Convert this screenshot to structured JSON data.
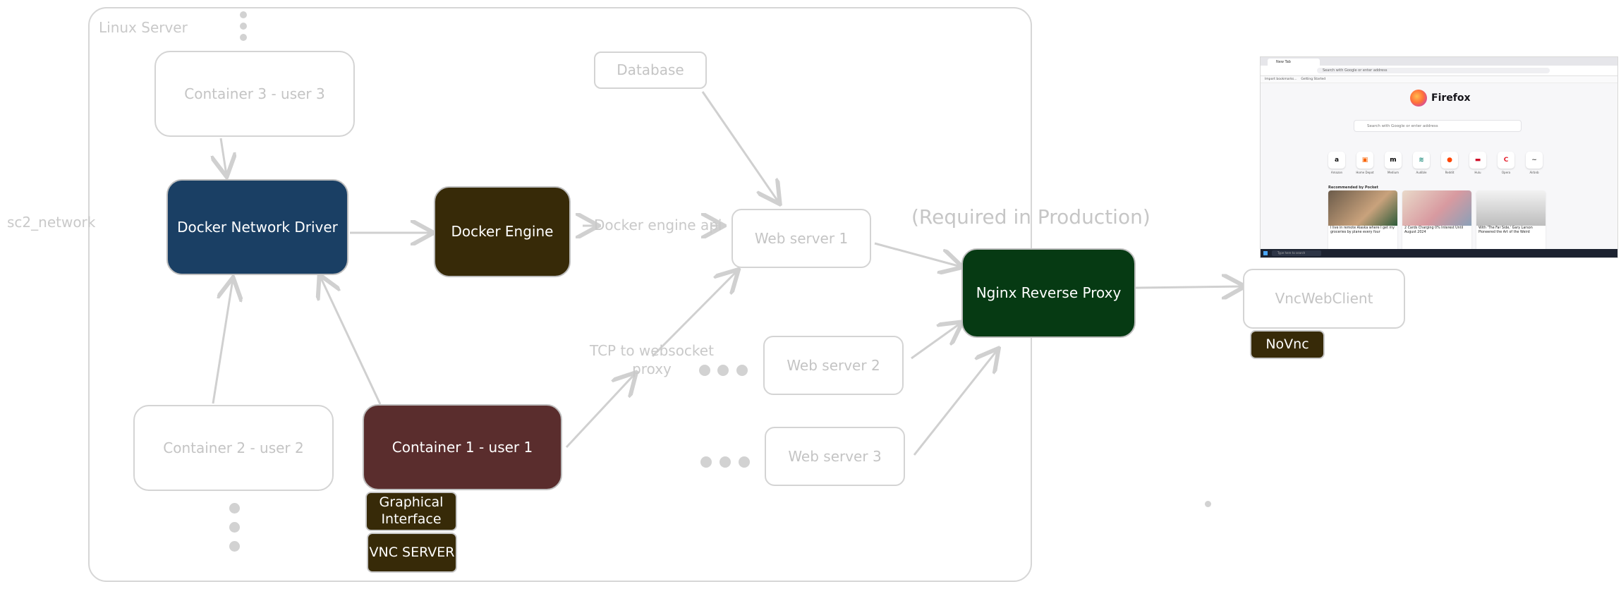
{
  "server": {
    "label": "Linux Server"
  },
  "network": {
    "label": "sc2_network"
  },
  "nodes": {
    "container3": "Container 3 - user 3",
    "docker_network_driver": "Docker Network Driver",
    "docker_engine": "Docker Engine",
    "database": "Database",
    "web_server_1": "Web server 1",
    "web_server_2": "Web server 2",
    "web_server_3": "Web server 3",
    "container2": "Container 2 - user 2",
    "container1": "Container 1 - user 1",
    "graphical_interface": "Graphical Interface",
    "vnc_server": "VNC SERVER",
    "nginx": "Nginx Reverse Proxy",
    "vnc_web_client": "VncWebClient",
    "novnc": "NoVnc"
  },
  "edge_labels": {
    "docker_engine_api": "Docker engine api",
    "tcp_websocket": "TCP to websocket proxy",
    "required_production": "(Required in Production)"
  },
  "colors": {
    "docker_network_driver": "#1a3f64",
    "docker_engine": "#372a08",
    "container1": "#5a2d2d",
    "nginx": "#063a13",
    "small_boxes": "#372a08",
    "light_border": "#d4d4d4",
    "arrow": "#d0d0d0"
  },
  "browser": {
    "tab_title": "New Tab",
    "url_placeholder": "Search with Google or enter address",
    "bookmarks": [
      "Import bookmarks...",
      "Getting Started"
    ],
    "brand": "Firefox",
    "search_placeholder": "Search with Google or enter address",
    "shortcuts": [
      {
        "label": "Amazon",
        "icon": "a"
      },
      {
        "label": "Home Depot",
        "icon": "▣"
      },
      {
        "label": "Medium",
        "icon": "m"
      },
      {
        "label": "Audible",
        "icon": "≋"
      },
      {
        "label": "Reddit",
        "icon": "●"
      },
      {
        "label": "Hulu",
        "icon": "▬"
      },
      {
        "label": "Opera",
        "icon": "C"
      },
      {
        "label": "Airbnb",
        "icon": "~"
      }
    ],
    "pocket_heading": "Recommended by Pocket",
    "articles": [
      {
        "title": "I live in remote Alaska where I get my groceries by plane every four"
      },
      {
        "title": "2 Cards Charging 0% Interest Until August 2024"
      },
      {
        "title": "With 'The Far Side,' Gary Larson Pioneered the Art of the Weird"
      }
    ],
    "taskbar_search": "Type here to search"
  }
}
